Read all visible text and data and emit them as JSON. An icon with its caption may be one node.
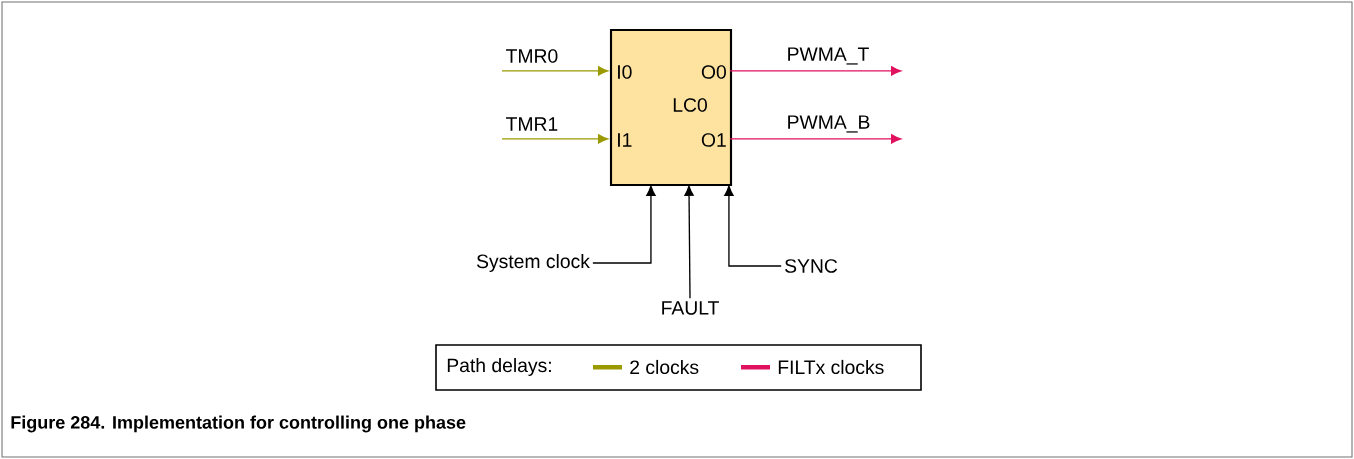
{
  "diagram": {
    "caption": "Figure 284.  Implementation for controlling one phase",
    "nodes": [
      {
        "text": [
          "I0",
          "O0",
          "LC0",
          "I1",
          "O1"
        ]
      },
      {
        "text": [
          "System clock"
        ]
      },
      {
        "text": [
          "FAULT"
        ]
      },
      {
        "text": [
          "SYNC"
        ]
      }
    ],
    "edges": [
      {
        "from": null,
        "to": 0,
        "arrow": "to",
        "label": "TMR0",
        "color": "#9a9a00"
      },
      {
        "from": null,
        "to": 0,
        "arrow": "to",
        "label": "TMR1",
        "color": "#9a9a00"
      },
      {
        "from": 0,
        "to": null,
        "arrow": "to",
        "label": "PWMA_T",
        "color": "#e0115f"
      },
      {
        "from": 0,
        "to": null,
        "arrow": "to",
        "label": "PWMA_B",
        "color": "#e0115f"
      },
      {
        "from": 1,
        "to": 0,
        "arrow": "to"
      },
      {
        "from": 2,
        "to": 0,
        "arrow": "to"
      },
      {
        "from": 3,
        "to": 0,
        "arrow": "to"
      }
    ],
    "labels": [
      "Path delays:"
    ],
    "legend": [
      {
        "text": "2 clocks",
        "color": "#9a9a00"
      },
      {
        "text": "FILTx clocks",
        "color": "#e0115f"
      }
    ]
  }
}
